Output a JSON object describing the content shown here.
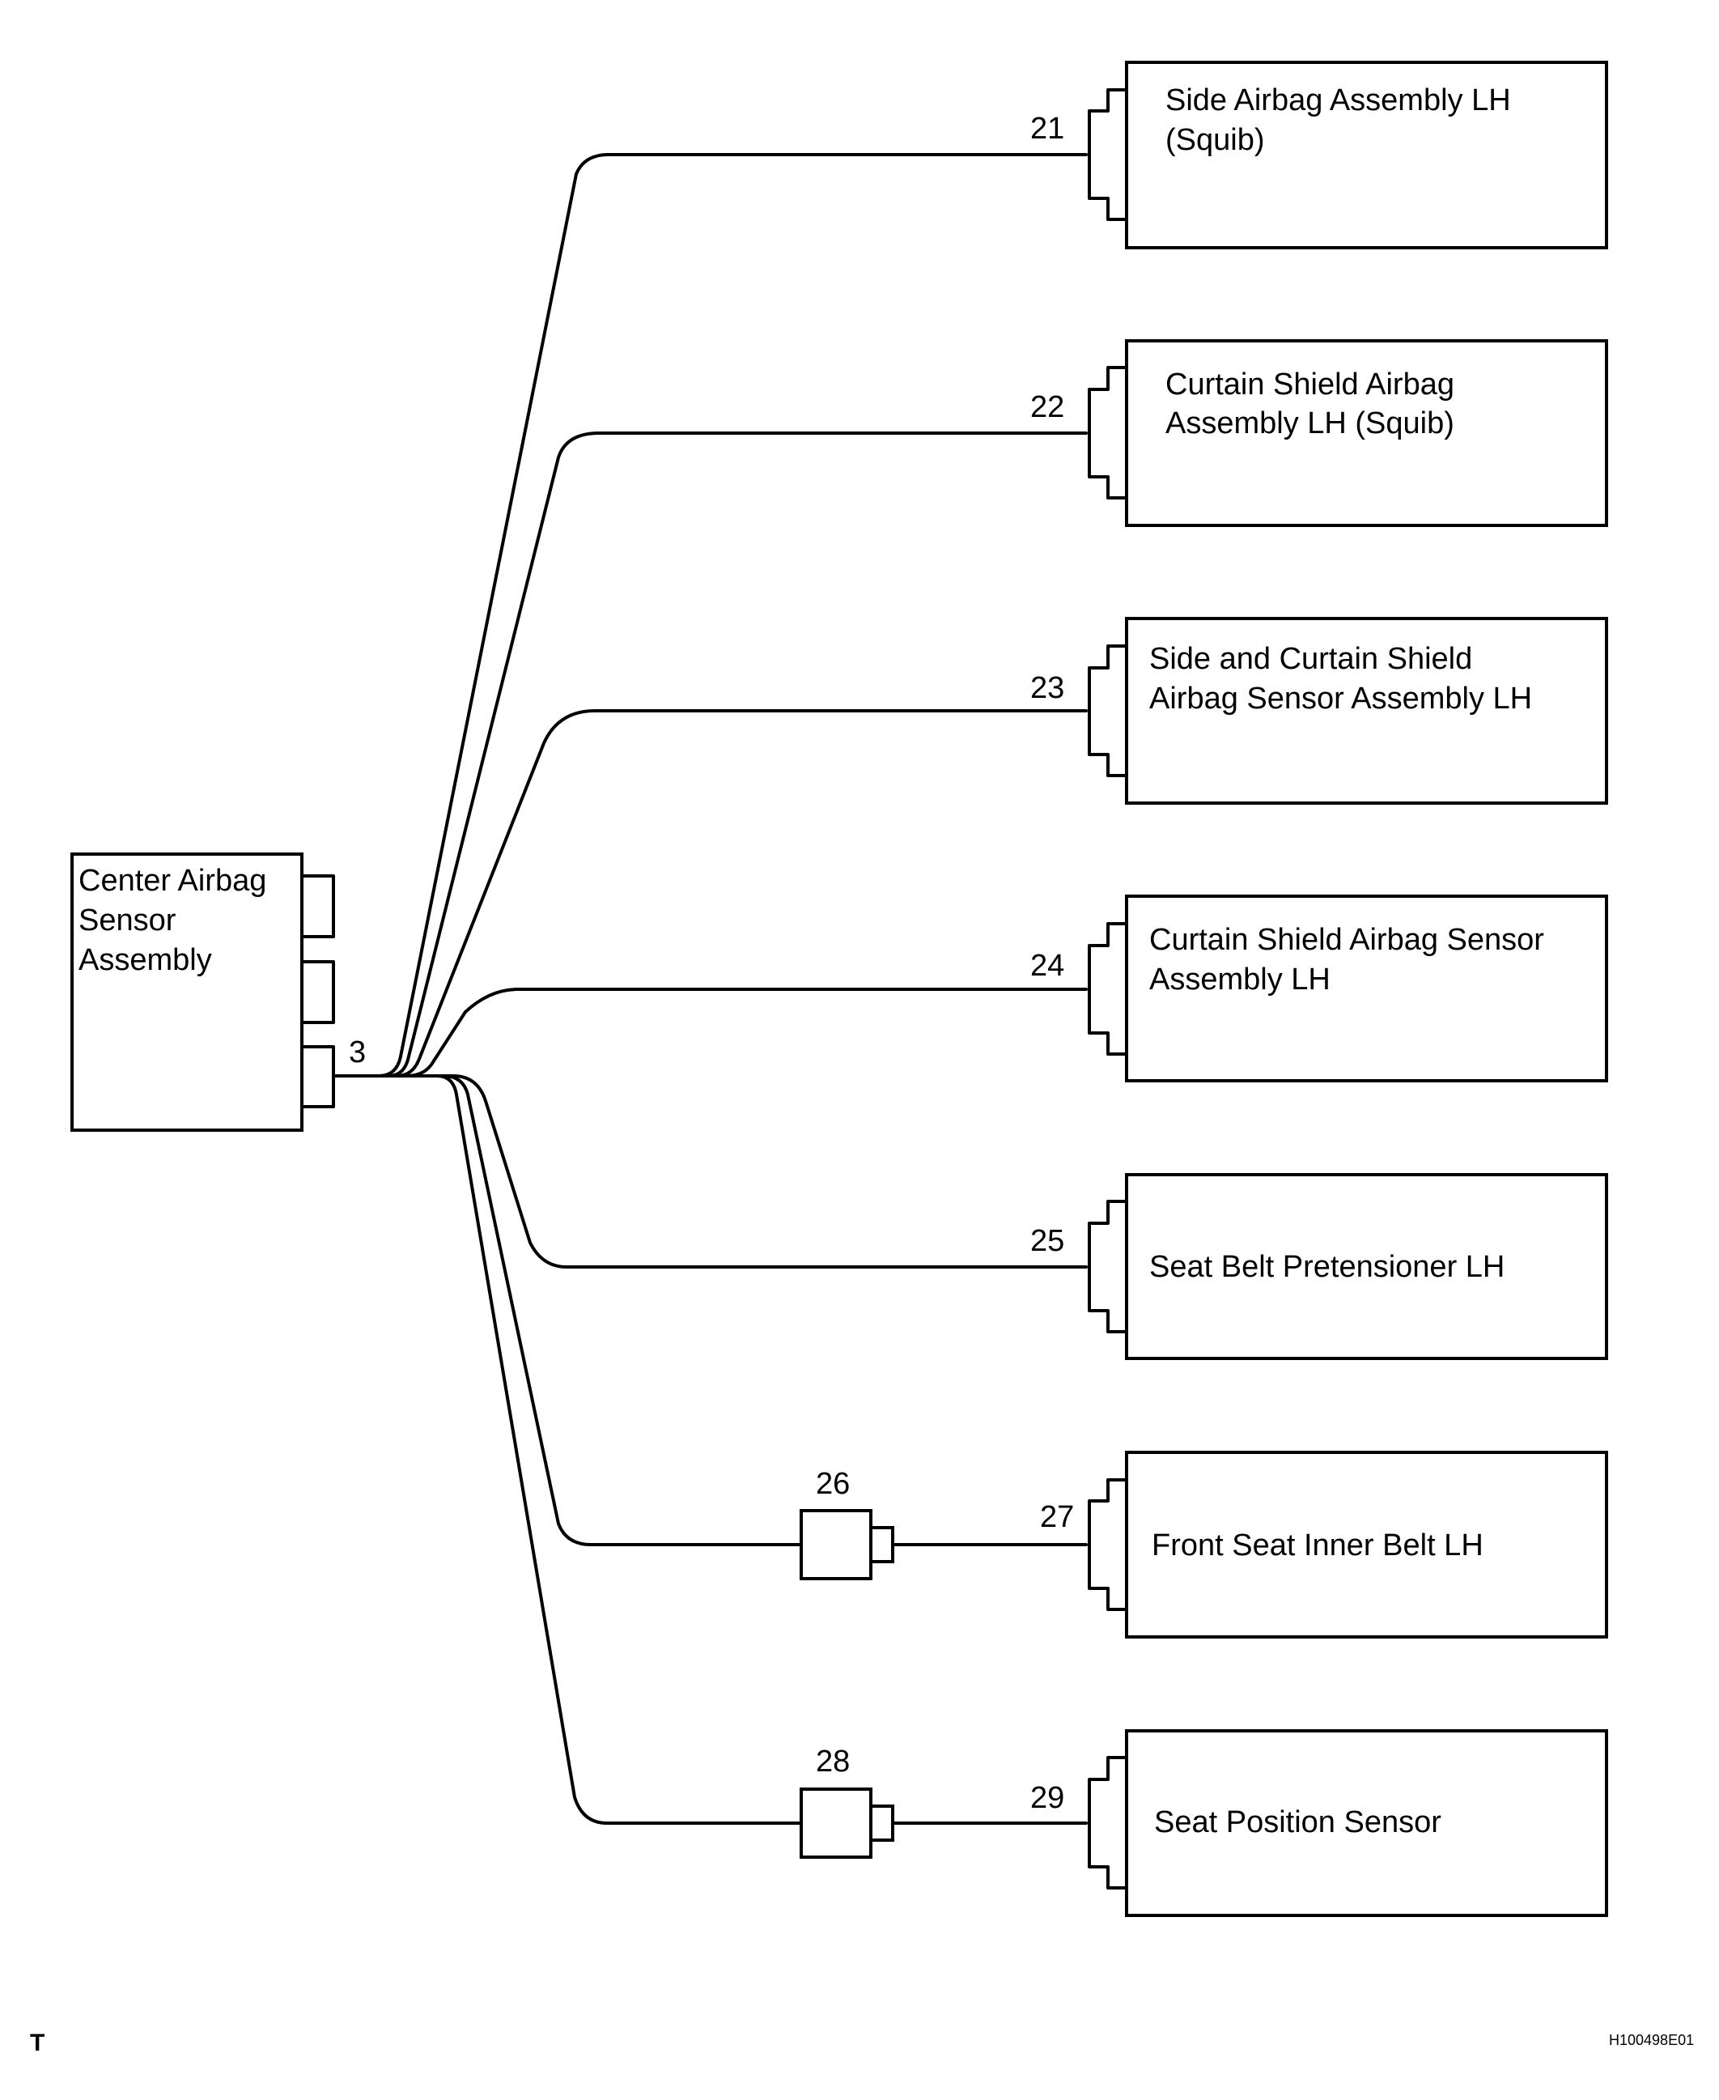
{
  "source": {
    "label_lines": [
      "Center Airbag",
      "Sensor",
      "Assembly"
    ],
    "connector": "3"
  },
  "components": [
    {
      "connector": "21",
      "label_lines": [
        "Side Airbag Assembly LH",
        "(Squib)"
      ]
    },
    {
      "connector": "22",
      "label_lines": [
        "Curtain Shield Airbag",
        "Assembly LH (Squib)"
      ]
    },
    {
      "connector": "23",
      "label_lines": [
        "Side and Curtain Shield",
        "Airbag Sensor Assembly LH"
      ]
    },
    {
      "connector": "24",
      "label_lines": [
        "Curtain Shield Airbag Sensor",
        "Assembly LH"
      ]
    },
    {
      "connector": "25",
      "label_lines": [
        "Seat Belt Pretensioner LH"
      ]
    },
    {
      "connector": "27",
      "inline_connector": "26",
      "label_lines": [
        "Front Seat Inner Belt LH"
      ]
    },
    {
      "connector": "29",
      "inline_connector": "28",
      "label_lines": [
        "Seat Position Sensor"
      ]
    }
  ],
  "footer": {
    "left_mark": "T",
    "figure_code": "H100498E01"
  }
}
